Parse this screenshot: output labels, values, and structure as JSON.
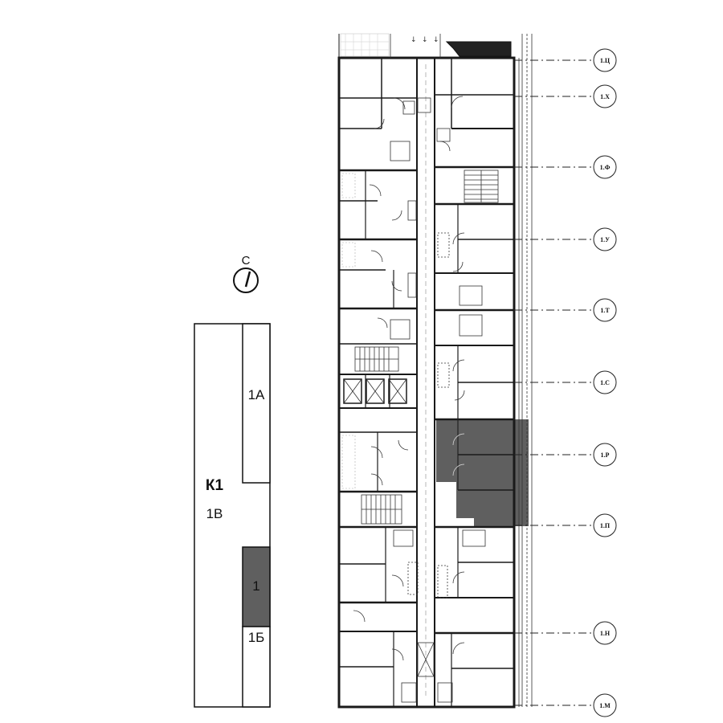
{
  "colors": {
    "highlight": "#5f5f5f",
    "line": "#1a1a1a",
    "background": "#ffffff"
  },
  "compass": {
    "label": "С"
  },
  "key_plan": {
    "building": "К1",
    "sections": [
      {
        "id": "1А",
        "label": "1А",
        "selected": false
      },
      {
        "id": "1В",
        "label": "1В",
        "selected": false
      },
      {
        "id": "1",
        "label": "1",
        "selected": true
      },
      {
        "id": "1Б",
        "label": "1Б",
        "selected": false
      }
    ]
  },
  "axes": [
    {
      "label": "1.Ц"
    },
    {
      "label": "1.Х"
    },
    {
      "label": "1.Ф"
    },
    {
      "label": "1.У"
    },
    {
      "label": "1.Т"
    },
    {
      "label": "1.С"
    },
    {
      "label": "1.Р"
    },
    {
      "label": "1.П"
    },
    {
      "label": "1.Н"
    },
    {
      "label": "1.М"
    }
  ]
}
